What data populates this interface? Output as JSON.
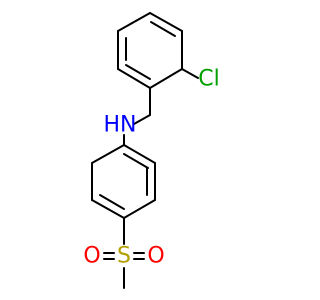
{
  "molecule": {
    "atoms": {
      "cl": {
        "label": "Cl",
        "color": "#00a000"
      },
      "nh": {
        "label": "HN",
        "color": "#0000ff"
      },
      "s": {
        "label": "S",
        "color": "#b3a000"
      },
      "o1": {
        "label": "O",
        "color": "#ff0000"
      },
      "o2": {
        "label": "O",
        "color": "#ff0000"
      }
    },
    "bond_color": "#000000"
  }
}
